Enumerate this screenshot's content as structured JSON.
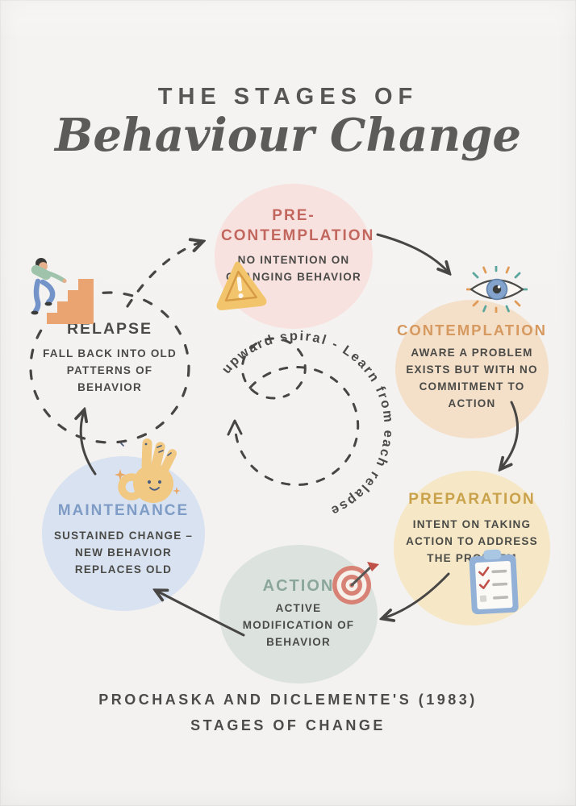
{
  "poster": {
    "title_top": "THE STAGES OF",
    "title_main": "Behaviour Change",
    "footer_line1": "PROCHASKA AND DICLEMENTE'S (1983)",
    "footer_line2": "STAGES OF CHANGE",
    "background_color": "#f3f2f0",
    "text_color": "#4a4a47",
    "arrow_color": "#474644"
  },
  "center_spiral": {
    "text": "upward spiral - Learn from each relapse"
  },
  "stages": [
    {
      "name": "Pre-Contemplation",
      "title": "PRE-CONTEMPLATION",
      "description": "NO INTENTION ON CHANGING BEHAVIOR",
      "icon": "warning-triangle-icon",
      "accent_color": "#c2675e",
      "circle_color": "#f8e2e0"
    },
    {
      "name": "Contemplation",
      "title": "CONTEMPLATION",
      "description": "AWARE A PROBLEM EXISTS BUT WITH NO COMMITMENT TO ACTION",
      "icon": "eye-icon",
      "accent_color": "#d6995f",
      "circle_color": "#f4dfc9"
    },
    {
      "name": "Preparation",
      "title": "PREPARATION",
      "description": "INTENT ON TAKING ACTION TO ADDRESS THE PROBLEM",
      "icon": "checklist-clipboard-icon",
      "accent_color": "#c9a24b",
      "circle_color": "#f6e8c6"
    },
    {
      "name": "Action",
      "title": "ACTION",
      "description": "ACTIVE MODIFICATION OF BEHAVIOR",
      "icon": "target-dart-icon",
      "accent_color": "#8ba69b",
      "circle_color": "#dce3df"
    },
    {
      "name": "Maintenance",
      "title": "MAINTENANCE",
      "description": "SUSTAINED CHANGE – NEW BEHAVIOR REPLACES OLD",
      "icon": "ok-hand-icon",
      "accent_color": "#7e9cc5",
      "circle_color": "#d9e2f1"
    },
    {
      "name": "Relapse",
      "title": "RELAPSE",
      "description": "FALL BACK INTO OLD PATTERNS OF BEHAVIOR",
      "icon": "person-climbing-stairs-icon",
      "accent_color": "#4a4a47",
      "circle_color": "transparent"
    }
  ]
}
